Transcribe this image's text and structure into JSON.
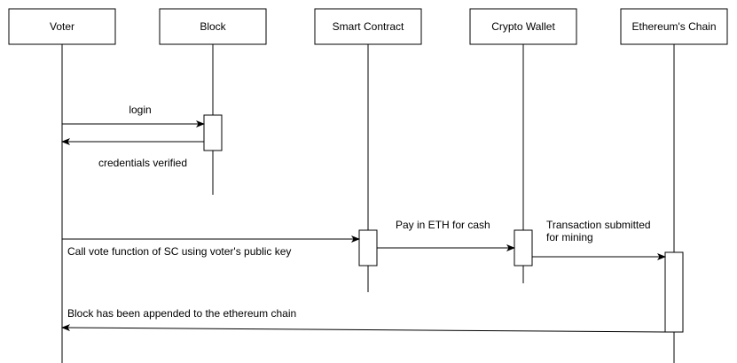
{
  "participants": [
    {
      "id": "voter",
      "label": "Voter"
    },
    {
      "id": "block",
      "label": "Block"
    },
    {
      "id": "smart_contract",
      "label": "Smart Contract"
    },
    {
      "id": "crypto_wallet",
      "label": "Crypto Wallet"
    },
    {
      "id": "ethereum_chain",
      "label": "Ethereum's Chain"
    }
  ],
  "messages": [
    {
      "id": "login",
      "from": "voter",
      "to": "block",
      "label": "login"
    },
    {
      "id": "credentials",
      "from": "block",
      "to": "voter",
      "label": "credentials verified"
    },
    {
      "id": "call_vote",
      "from": "voter",
      "to": "smart_contract",
      "label": "Call vote function of SC using voter's public key"
    },
    {
      "id": "pay_eth",
      "from": "smart_contract",
      "to": "crypto_wallet",
      "label": "Pay in ETH for cash"
    },
    {
      "id": "transaction",
      "from": "crypto_wallet",
      "to": "ethereum_chain",
      "label_lines": [
        "Transaction submitted",
        "for mining"
      ]
    },
    {
      "id": "appended",
      "from": "ethereum_chain",
      "to": "voter",
      "label": "Block has been appended to the ethereum chain"
    }
  ],
  "colors": {
    "line": "#000000",
    "box_fill": "#ffffff",
    "background": "#ffffff"
  }
}
